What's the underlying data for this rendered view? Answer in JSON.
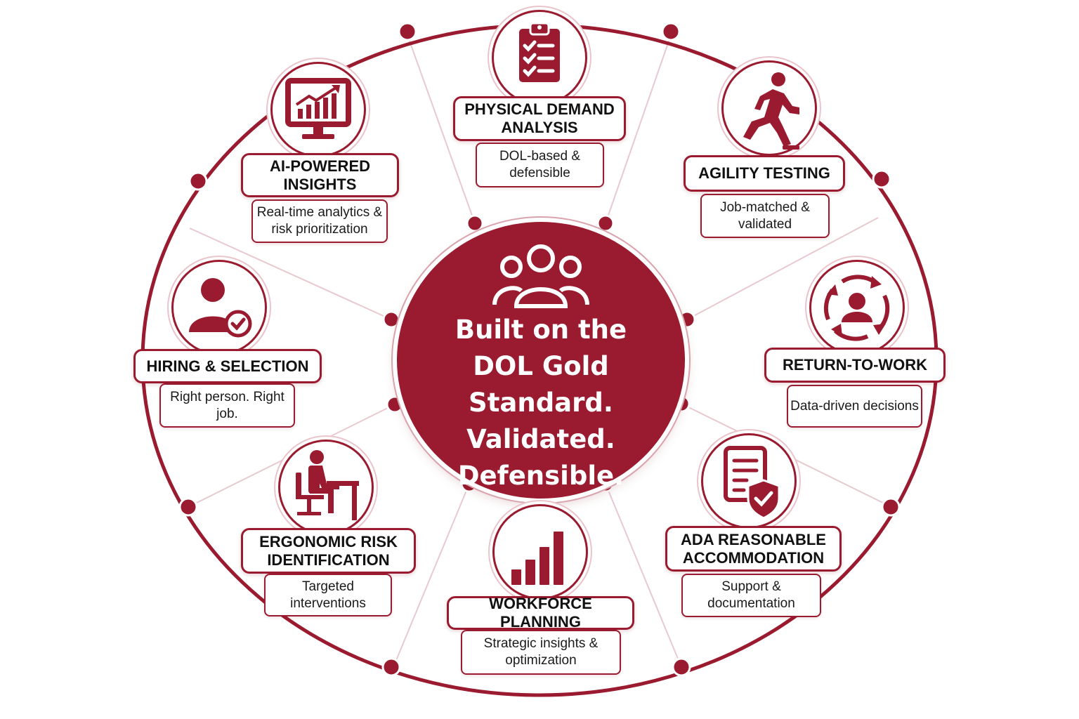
{
  "center": {
    "headline_lines": [
      "Built on the",
      "DOL Gold Standard.",
      "Validated.",
      "Defensible."
    ],
    "icon": "team-people-icon"
  },
  "colors": {
    "accent": "#9a1b2f",
    "ring": "#9a1b2f",
    "background": "#ffffff"
  },
  "nodes": [
    {
      "title": "PHYSICAL DEMAND ANALYSIS",
      "description": "DOL-based & defensible",
      "icon": "clipboard-checklist-icon"
    },
    {
      "title": "AGILITY TESTING",
      "description": "Job-matched & validated",
      "icon": "running-person-icon"
    },
    {
      "title": "RETURN-TO-WORK",
      "description": "Data-driven decisions",
      "icon": "person-cycle-arrows-icon"
    },
    {
      "title": "ADA REASONABLE ACCOMMODATION",
      "description": "Support & documentation",
      "icon": "document-shield-check-icon"
    },
    {
      "title": "WORKFORCE PLANNING",
      "description": "Strategic insights & optimization",
      "icon": "bar-chart-icon"
    },
    {
      "title": "ERGONOMIC RISK IDENTIFICATION",
      "description": "Targeted interventions",
      "icon": "person-at-desk-icon"
    },
    {
      "title": "HIRING & SELECTION",
      "description": "Right person. Right job.",
      "icon": "person-check-icon"
    },
    {
      "title": "AI-POWERED INSIGHTS",
      "description": "Real-time analytics & risk prioritization",
      "icon": "monitor-analytics-icon"
    }
  ]
}
